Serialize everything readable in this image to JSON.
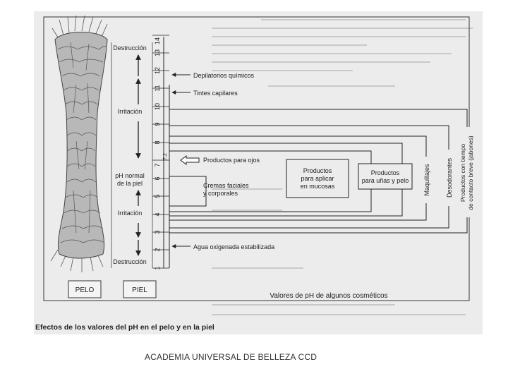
{
  "scale": {
    "ticks": [
      "1",
      "2",
      "3",
      "4",
      "5",
      "6",
      "7",
      "8",
      "9",
      "10",
      "11",
      "12",
      "13",
      "14"
    ],
    "mark_7_2": "7,2"
  },
  "zones": {
    "destruction_top": "Destrucción",
    "irritation_top": "Irritación",
    "normal_ph_line1": "pH normal",
    "normal_ph_line2": "de la piel",
    "irritation_bottom": "Irritación",
    "destruction_bottom": "Destrucción"
  },
  "products": {
    "depilatorios": "Depilatorios químicos",
    "tintes": "Tintes capilares",
    "ojos": "Productos para ojos",
    "cremas_line1": "Cremas faciales",
    "cremas_line2": "y corporales",
    "mucosas_line1": "Productos",
    "mucosas_line2": "para aplicar",
    "mucosas_line3": "en mucosas",
    "unas_line1": "Productos",
    "unas_line2": "para uñas y pelo",
    "maquillajes": "Maquillajes",
    "desodorantes": "Desodorantes",
    "contacto_line1": "Productos con tiempo",
    "contacto_line2": "de contacto breve (jabones)",
    "agua": "Agua oxigenada estabilizada"
  },
  "labels": {
    "pelo": "PELO",
    "piel": "PIEL",
    "axis_title": "Valores de pH de algunos cosméticos"
  },
  "caption": "Efectos de los valores del pH en el pelo y en la piel",
  "footer": "ACADEMIA UNIVERSAL DE BELLEZA CCD"
}
